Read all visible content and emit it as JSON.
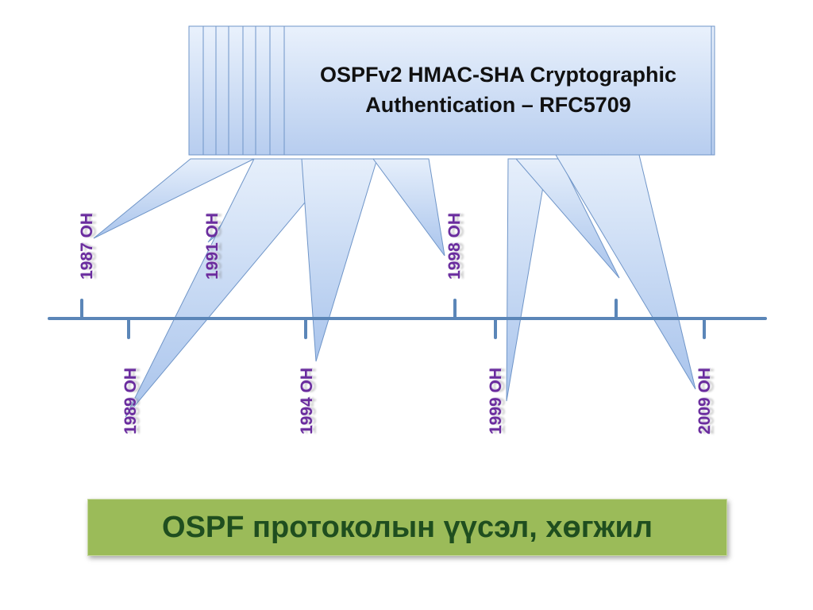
{
  "callout": {
    "title_line1": "OSPFv2 HMAC-SHA Cryptographic",
    "title_line2": "Authentication – RFC5709"
  },
  "timeline": {
    "years_above": [
      "1987 ОН",
      "1991 ОН",
      "1998 ОН"
    ],
    "years_below": [
      "1989 ОН",
      "1994 ОН",
      "1999 ОН",
      "2009 ОН"
    ]
  },
  "footer": {
    "title": "OSPF протоколын үүсэл, хөгжил"
  },
  "colors": {
    "axis": "#5b86b8",
    "callout_fill": "#cfdff7",
    "year_label": "#6a2c9e",
    "banner": "#9bbb59",
    "banner_text": "#1f4e1f"
  }
}
